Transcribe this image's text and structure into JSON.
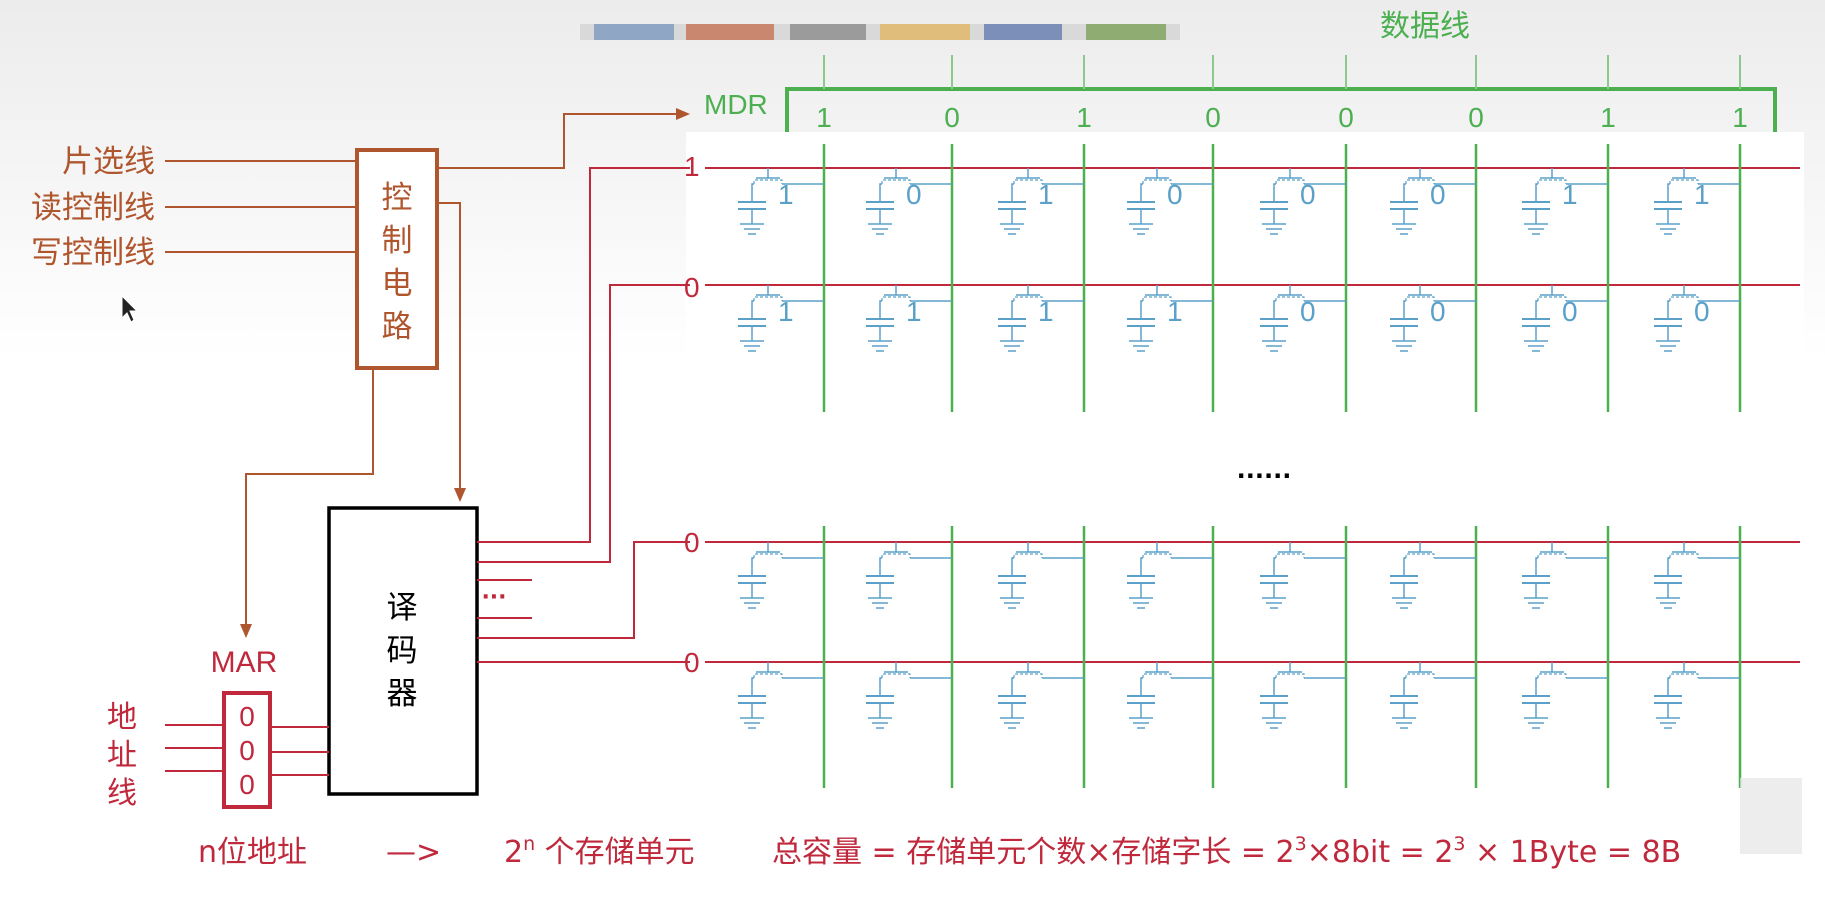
{
  "data_line_label": "数据线",
  "mdr": {
    "label": "MDR",
    "bits": [
      "1",
      "0",
      "1",
      "0",
      "0",
      "0",
      "1",
      "1"
    ]
  },
  "control_lines": [
    {
      "label": "片选线"
    },
    {
      "label": "读控制线"
    },
    {
      "label": "写控制线"
    }
  ],
  "control_circuit_label": [
    "控",
    "制",
    "电",
    "路"
  ],
  "decoder_label": [
    "译",
    "码",
    "器"
  ],
  "decoder_ellipsis": "···",
  "mar": {
    "label": "MAR",
    "bits": [
      "0",
      "0",
      "0"
    ]
  },
  "address_line_label": [
    "地",
    "址",
    "线"
  ],
  "row_select_values": [
    "1",
    "0",
    "0",
    "0"
  ],
  "rows_ellipsis": "......",
  "cell_values": [
    [
      "1",
      "0",
      "1",
      "0",
      "0",
      "0",
      "1",
      "1"
    ],
    [
      "1",
      "1",
      "1",
      "1",
      "0",
      "0",
      "0",
      "0"
    ],
    [
      "",
      "",
      "",
      "",
      "",
      "",
      "",
      ""
    ],
    [
      "",
      "",
      "",
      "",
      "",
      "",
      "",
      ""
    ]
  ],
  "formula": {
    "n_address": "n位地址",
    "arrow": "—>",
    "units_base": "2",
    "units_exp": "n",
    "units_text": " 个存储单元",
    "capacity_prefix": "总容量 = 存储单元个数×存储字长 = 2",
    "exp3a": "3",
    "mid": "×8bit = 2",
    "exp3b": "3",
    "suffix": " × 1Byte = 8B"
  },
  "colors": {
    "brown": "#b0562e",
    "red": "#c0283c",
    "green": "#4caf50",
    "cell_blue": "#5aa0c8",
    "black": "#000000"
  }
}
